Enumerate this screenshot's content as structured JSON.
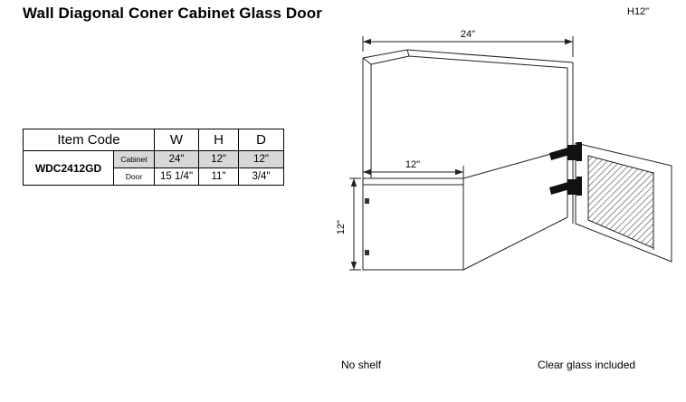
{
  "page": {
    "title": "Wall Diagonal Coner Cabinet Glass Door",
    "corner_label": "H12\""
  },
  "spec_table": {
    "headers": {
      "item_code": "Item Code",
      "w": "W",
      "h": "H",
      "d": "D"
    },
    "item_code": "WDC2412GD",
    "rows": [
      {
        "part": "Cabinet",
        "w": "24\"",
        "h": "12\"",
        "d": "12\""
      },
      {
        "part": "Door",
        "w": "15 1/4\"",
        "h": "11\"",
        "d": "3/4\""
      }
    ]
  },
  "diagram": {
    "width_dim": "24\"",
    "depth_dim": "12\"",
    "height_dim": "12\""
  },
  "footnotes": {
    "shelf": "No shelf",
    "glass": "Clear glass included"
  },
  "colors": {
    "shaded_row": "#d8d8d8",
    "line": "#222222"
  }
}
